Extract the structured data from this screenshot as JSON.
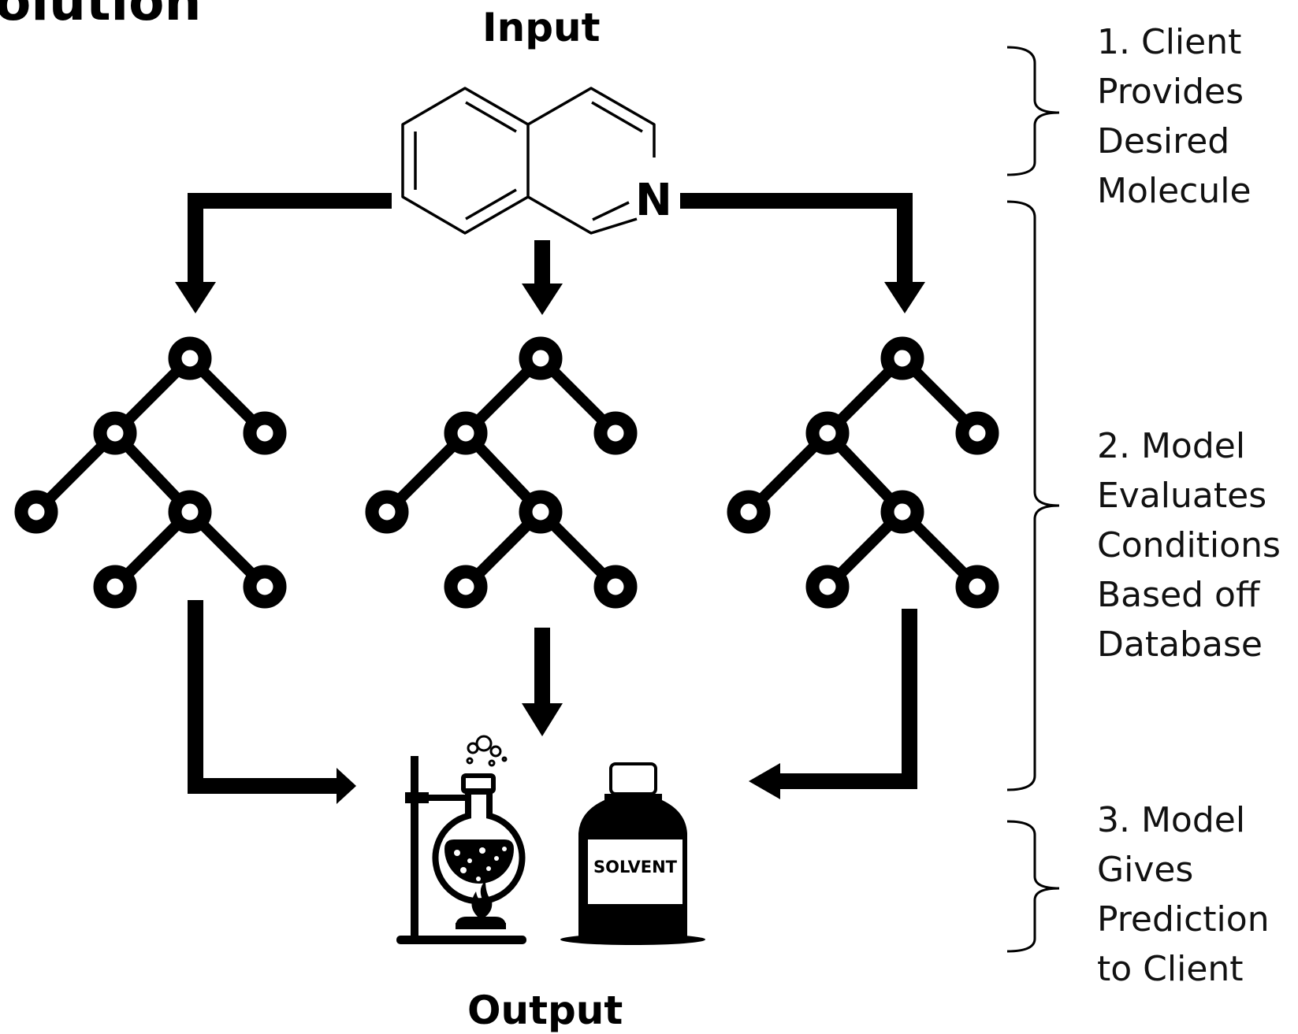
{
  "header": {
    "title_fragment": "olution"
  },
  "labels": {
    "input": "Input",
    "output": "Output",
    "solvent": "SOLVENT",
    "atom_n": "N"
  },
  "steps": [
    {
      "text": "1. Client\nProvides\nDesired\nMolecule"
    },
    {
      "text": "2. Model\nEvaluates\nConditions\nBased off\nDatabase"
    },
    {
      "text": "3. Model\nGives\nPrediction\nto Client"
    }
  ],
  "icons": [
    "isoquinoline-molecule-icon",
    "decision-tree-icon",
    "lab-flask-burner-icon",
    "solvent-bottle-icon"
  ],
  "colors": {
    "ink": "#000000",
    "background": "#ffffff"
  }
}
